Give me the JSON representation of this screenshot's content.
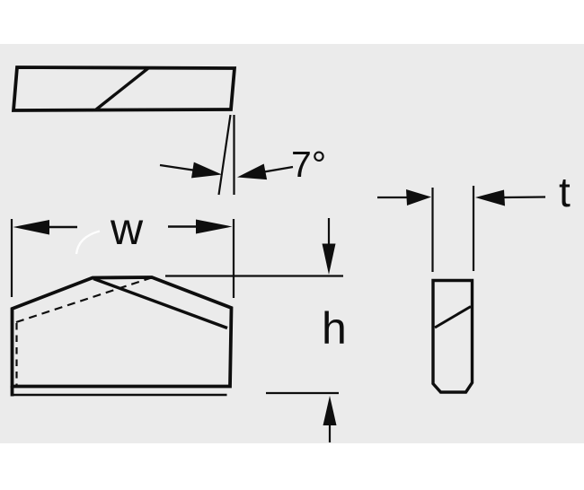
{
  "drawing": {
    "kind": "technical dimension drawing of a beveled carbide insert / blade tip",
    "labels": {
      "angle": "7°",
      "width": "w",
      "height": "h",
      "thickness": "t"
    },
    "colors": {
      "paper": "#ffffff",
      "background": "#ebebeb",
      "line": "#0e0e0e"
    }
  }
}
